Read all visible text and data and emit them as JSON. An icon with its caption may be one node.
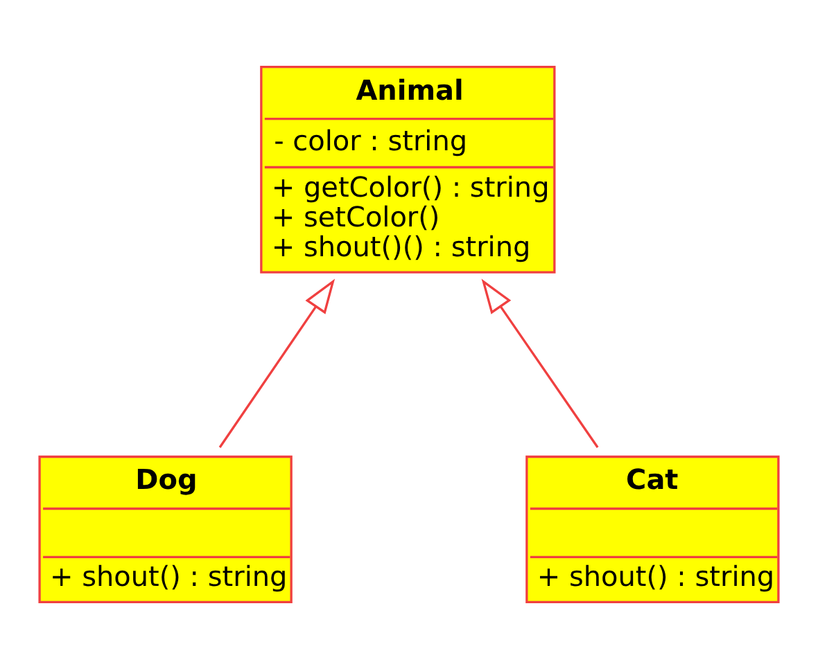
{
  "diagram": {
    "nodes": [
      {
        "text": [
          "Animal",
          "- color : string",
          "+ getColor() : string",
          "+ setColor()",
          "+ shout()() : string"
        ]
      },
      {
        "text": [
          "Dog",
          "+ shout() : string"
        ]
      },
      {
        "text": [
          "Cat",
          "+ shout() : string"
        ]
      }
    ],
    "edges": [
      {
        "from": 1,
        "to": 0,
        "arrow": "to"
      },
      {
        "from": 2,
        "to": 0,
        "arrow": "to"
      }
    ]
  }
}
